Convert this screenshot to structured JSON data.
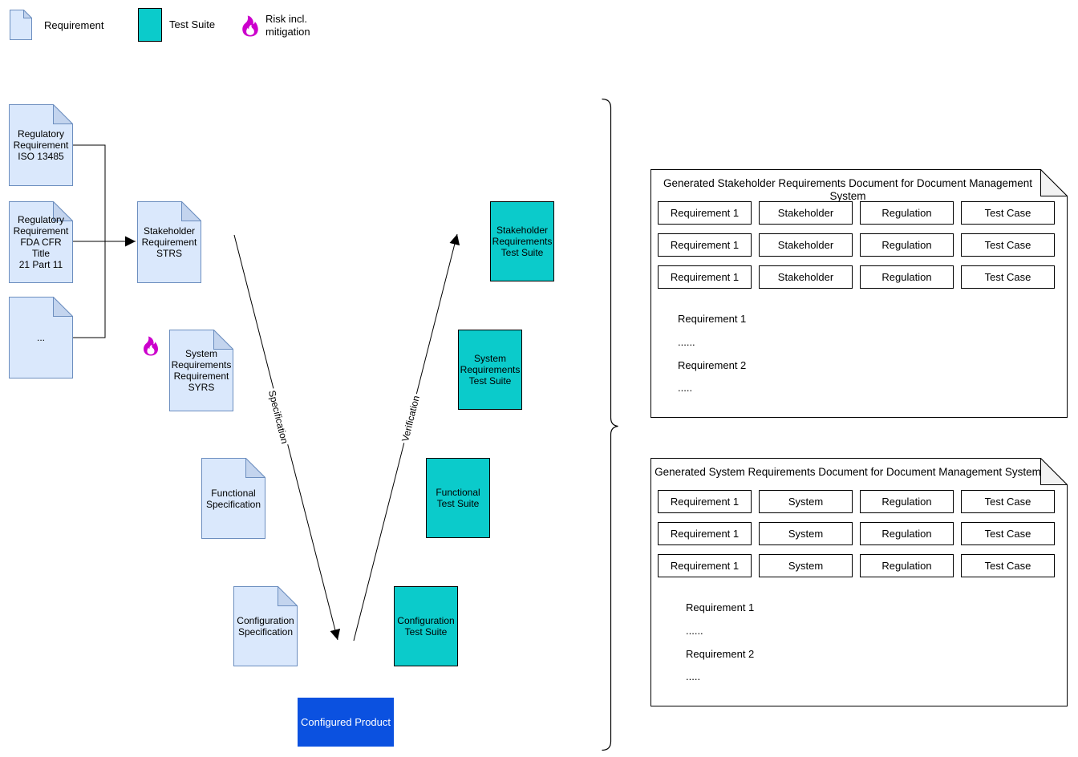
{
  "legend": {
    "requirement_label": "Requirement",
    "test_suite_label": "Test Suite",
    "risk_label": "Risk incl.\nmitigation"
  },
  "nodes": {
    "reg_iso": "Regulatory\nRequirement\nISO 13485",
    "reg_fda": "Regulatory\nRequirement\nFDA CFR Title\n21 Part 11",
    "reg_more": "...",
    "strs": "Stakeholder\nRequirement\nSTRS",
    "syrs": "System\nRequirements\nRequirement\nSYRS",
    "func_spec": "Functional\nSpecification",
    "conf_spec": "Configuration\nSpecification",
    "ts_stakeholder": "Stakeholder\nRequirements\nTest Suite",
    "ts_system": "System\nRequirements\nTest Suite",
    "ts_functional": "Functional\nTest Suite",
    "ts_config": "Configuration\nTest Suite",
    "product": "Configured Product"
  },
  "edges": {
    "spec_label": "Specification",
    "verif_label": "Verification"
  },
  "panels": [
    {
      "title": "Generated Stakeholder Requirements Document for Document Management System",
      "rows": [
        [
          "Requirement 1",
          "Stakeholder",
          "Regulation",
          "Test Case"
        ],
        [
          "Requirement 1",
          "Stakeholder",
          "Regulation",
          "Test Case"
        ],
        [
          "Requirement 1",
          "Stakeholder",
          "Regulation",
          "Test Case"
        ]
      ],
      "notes": [
        "Requirement 1",
        "......",
        "Requirement 2",
        "....."
      ]
    },
    {
      "title": "Generated System Requirements Document for Document Management System",
      "rows": [
        [
          "Requirement 1",
          "System",
          "Regulation",
          "Test Case"
        ],
        [
          "Requirement 1",
          "System",
          "Regulation",
          "Test Case"
        ],
        [
          "Requirement 1",
          "System",
          "Regulation",
          "Test Case"
        ]
      ],
      "notes": [
        "Requirement 1",
        "......",
        "Requirement 2",
        "....."
      ]
    }
  ],
  "colors": {
    "requirement_fill": "#DAE8FC",
    "requirement_stroke": "#6C8EBF",
    "requirement_fold": "#C3D4EE",
    "test_suite_fill": "#0BCBCB",
    "product_fill": "#0B51E0",
    "risk_flame": "#CC00CC",
    "line": "#000000",
    "panel_fold": "#F2F2F2"
  }
}
